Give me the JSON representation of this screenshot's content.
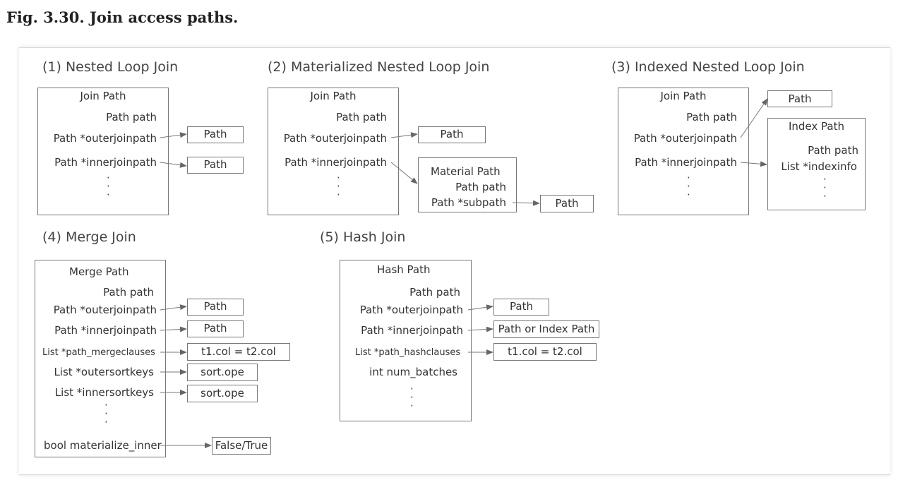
{
  "figure_title": "Fig. 3.30. Join access paths.",
  "nested": {
    "title": "(1) Nested Loop Join",
    "box_title": "Join Path",
    "field_path": "Path path",
    "field_outer": "Path *outerjoinpath",
    "field_inner": "Path *innerjoinpath",
    "target_outer": "Path",
    "target_inner": "Path"
  },
  "materialized": {
    "title": "(2) Materialized Nested Loop Join",
    "box_title": "Join Path",
    "field_path": "Path path",
    "field_outer": "Path *outerjoinpath",
    "field_inner": "Path *innerjoinpath",
    "target_outer": "Path",
    "material_title": "Material Path",
    "material_path": "Path path",
    "material_subpath": "Path *subpath",
    "target_subpath": "Path"
  },
  "indexed": {
    "title": "(3) Indexed Nested Loop Join",
    "box_title": "Join Path",
    "field_path": "Path path",
    "field_outer": "Path *outerjoinpath",
    "field_inner": "Path *innerjoinpath",
    "target_outer": "Path",
    "index_title": "Index Path",
    "index_path": "Path path",
    "index_info": "List *indexinfo"
  },
  "merge": {
    "title": "(4) Merge Join",
    "box_title": "Merge Path",
    "field_path": "Path path",
    "field_outer": "Path *outerjoinpath",
    "field_inner": "Path *innerjoinpath",
    "field_clauses": "List *path_mergeclauses",
    "field_outersort": "List *outersortkeys",
    "field_innersort": "List *innersortkeys",
    "field_materialize": "bool materialize_inner",
    "target_outer": "Path",
    "target_inner": "Path",
    "target_clauses": "t1.col = t2.col",
    "target_outersort": "sort.ope",
    "target_innersort": "sort.ope",
    "target_materialize": "False/True"
  },
  "hash": {
    "title": "(5) Hash Join",
    "box_title": "Hash Path",
    "field_path": "Path path",
    "field_outer": "Path *outerjoinpath",
    "field_inner": "Path *innerjoinpath",
    "field_clauses": "List *path_hashclauses",
    "field_batches": "int num_batches",
    "target_outer": "Path",
    "target_inner": "Path or Index Path",
    "target_clauses": "t1.col = t2.col"
  }
}
